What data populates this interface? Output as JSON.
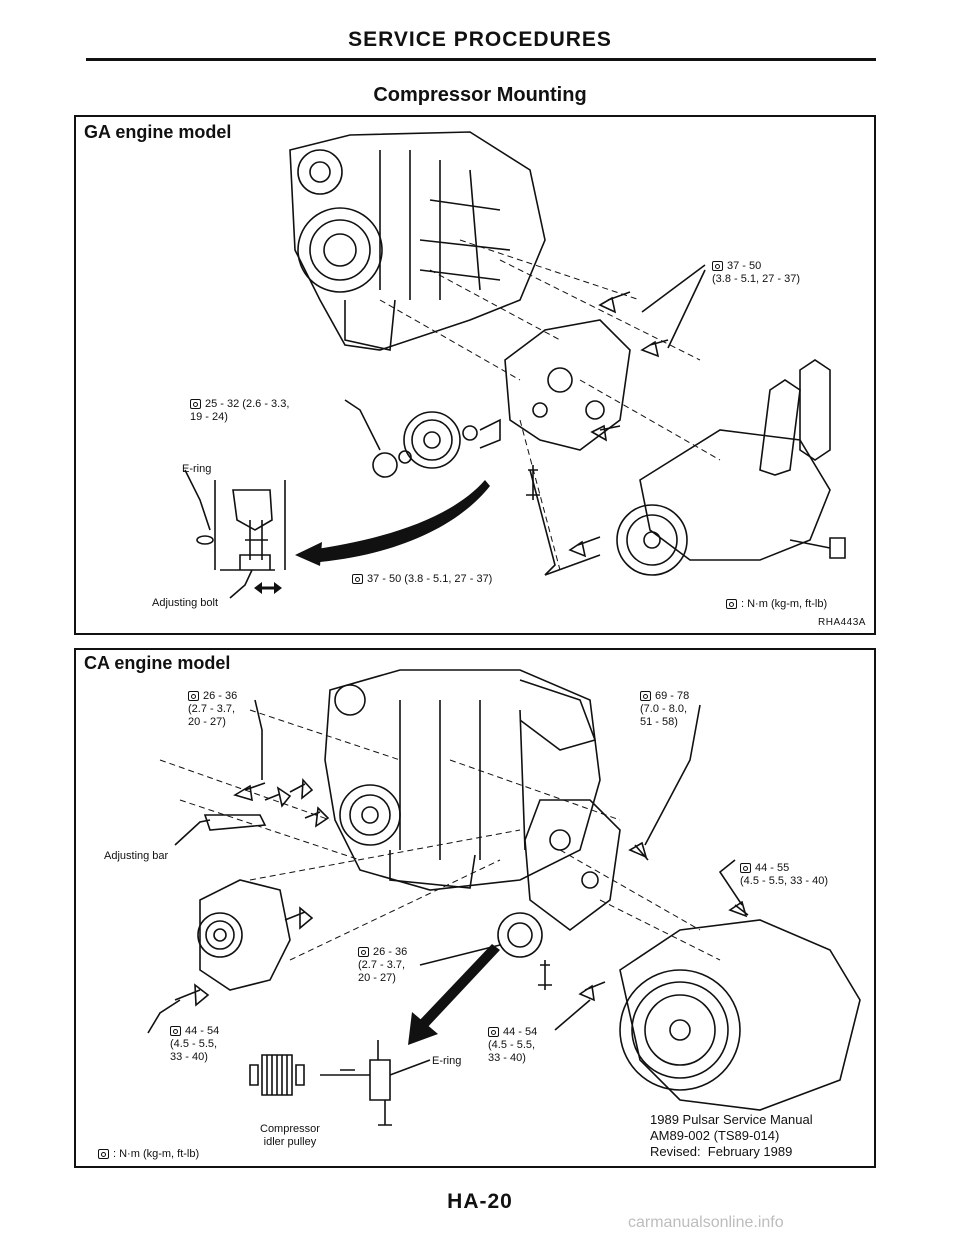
{
  "header": {
    "title": "SERVICE PROCEDURES"
  },
  "section": {
    "title": "Compressor Mounting"
  },
  "ga_panel": {
    "title": "GA engine model",
    "labels": {
      "torque_top_right": "37 - 50\n(3.8 - 5.1, 27 - 37)",
      "torque_left": "25 - 32 (2.6 - 3.3,\n19 - 24)",
      "e_ring": "E-ring",
      "adjusting_bolt": "Adjusting bolt",
      "torque_bottom": "37 - 50 (3.8 - 5.1, 27 - 37)",
      "legend": ": N·m (kg-m, ft-lb)",
      "figure_code": "RHA443A"
    }
  },
  "ca_panel": {
    "title": "CA engine model",
    "labels": {
      "torque_top_left": "26 - 36\n(2.7 - 3.7,\n20 - 27)",
      "torque_top_right": "69 - 78\n(7.0 - 8.0,\n51 - 58)",
      "adjusting_bar": "Adjusting bar",
      "torque_right": "44 - 55\n(4.5 - 5.5, 33 - 40)",
      "torque_center": "26 - 36\n(2.7 - 3.7,\n20 - 27)",
      "torque_bottom_left": "44 - 54\n(4.5 - 5.5,\n33 - 40)",
      "torque_bottom_center": "44 - 54\n(4.5 - 5.5,\n33 - 40)",
      "e_ring": "E-ring",
      "compressor_idler_pulley": "Compressor\nidler pulley",
      "legend": ": N·m (kg-m, ft-lb)"
    },
    "manual_info": "1989 Pulsar Service Manual\nAM89-002 (TS89-014)\nRevised:  February 1989"
  },
  "footer": {
    "page_number": "HA-20"
  },
  "watermark": "carmanualsonline.info"
}
